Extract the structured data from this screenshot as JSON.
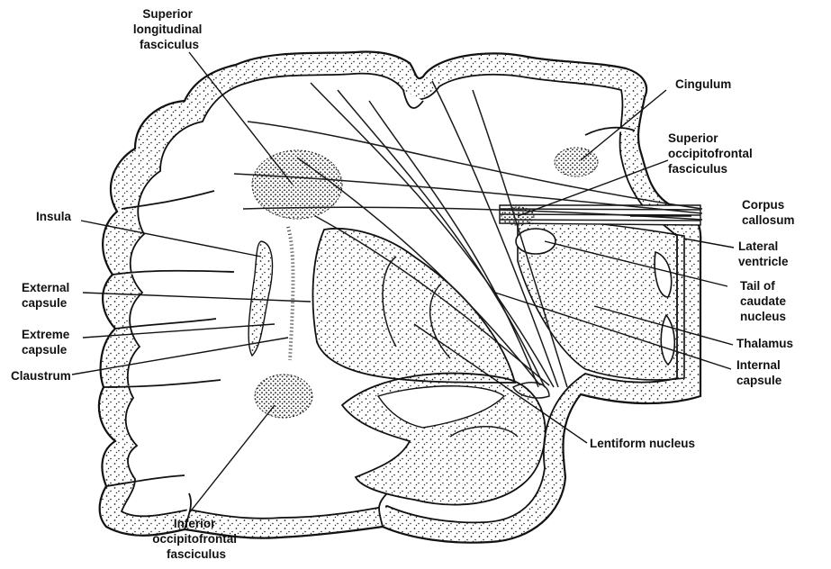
{
  "diagram": {
    "labels": {
      "superior_longitudinal": [
        "Superior",
        "longitudinal",
        "fasciculus"
      ],
      "cingulum": [
        "Cingulum"
      ],
      "superior_occipitofrontal": [
        "Superior",
        "occipitofrontal",
        "fasciculus"
      ],
      "corpus_callosum": [
        "Corpus",
        "callosum"
      ],
      "lateral_ventricle": [
        "Lateral",
        "ventricle"
      ],
      "tail_caudate": [
        "Tail of",
        "caudate",
        "nucleus"
      ],
      "thalamus": [
        "Thalamus"
      ],
      "internal_capsule": [
        "Internal",
        "capsule"
      ],
      "lentiform": [
        "Lentiform nucleus"
      ],
      "insula": [
        "Insula"
      ],
      "external_capsule": [
        "External",
        "capsule"
      ],
      "extreme_capsule": [
        "Extreme",
        "capsule"
      ],
      "claustrum": [
        "Claustrum"
      ],
      "inferior_occipitofrontal": [
        "Inferior",
        "occipitofrontal",
        "fasciculus"
      ]
    }
  }
}
